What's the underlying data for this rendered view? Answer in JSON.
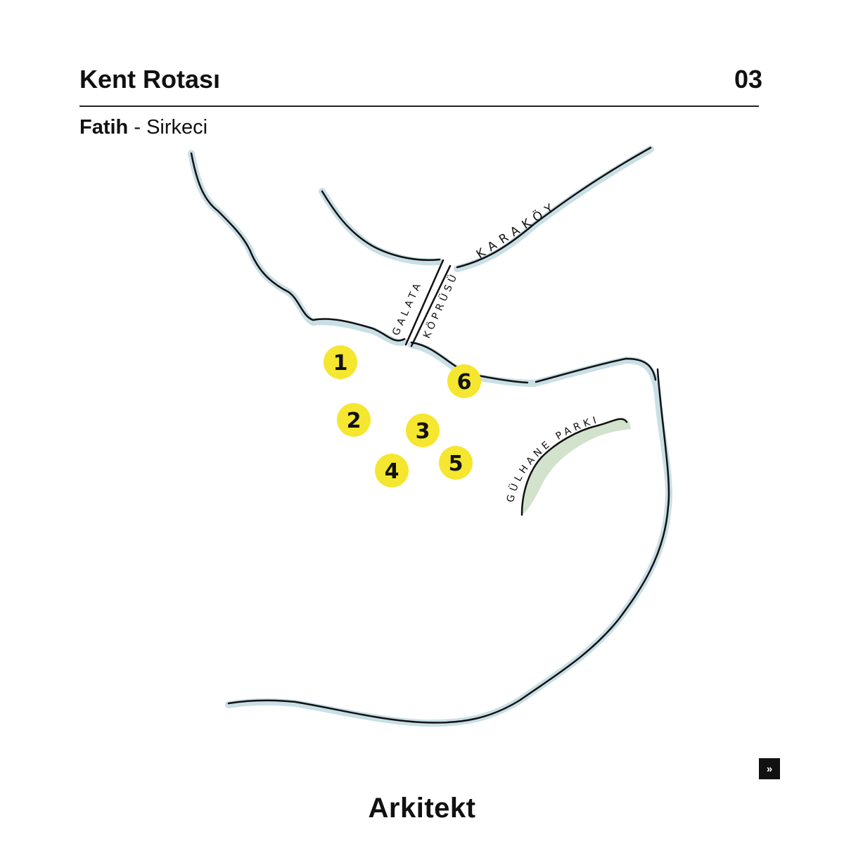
{
  "header": {
    "title": "Kent Rotası",
    "number": "03"
  },
  "subtitle": {
    "district": "Fatih",
    "separator": " - ",
    "neighborhood": "Sirkeci"
  },
  "map": {
    "labels": {
      "karakoy": "KARAKÖY",
      "galata": "GALATA",
      "koprusu": "KÖPRÜSÜ",
      "park": "GÜLHANE PARKI"
    },
    "pins": [
      "1",
      "2",
      "3",
      "4",
      "5",
      "6"
    ],
    "colors": {
      "water": "#c9dfe6",
      "park": "#c7dbbf",
      "pin": "#f5e62f",
      "line": "#111111"
    }
  },
  "nav": {
    "next_label": "»"
  },
  "brand": {
    "logo": "Arkitekt"
  }
}
